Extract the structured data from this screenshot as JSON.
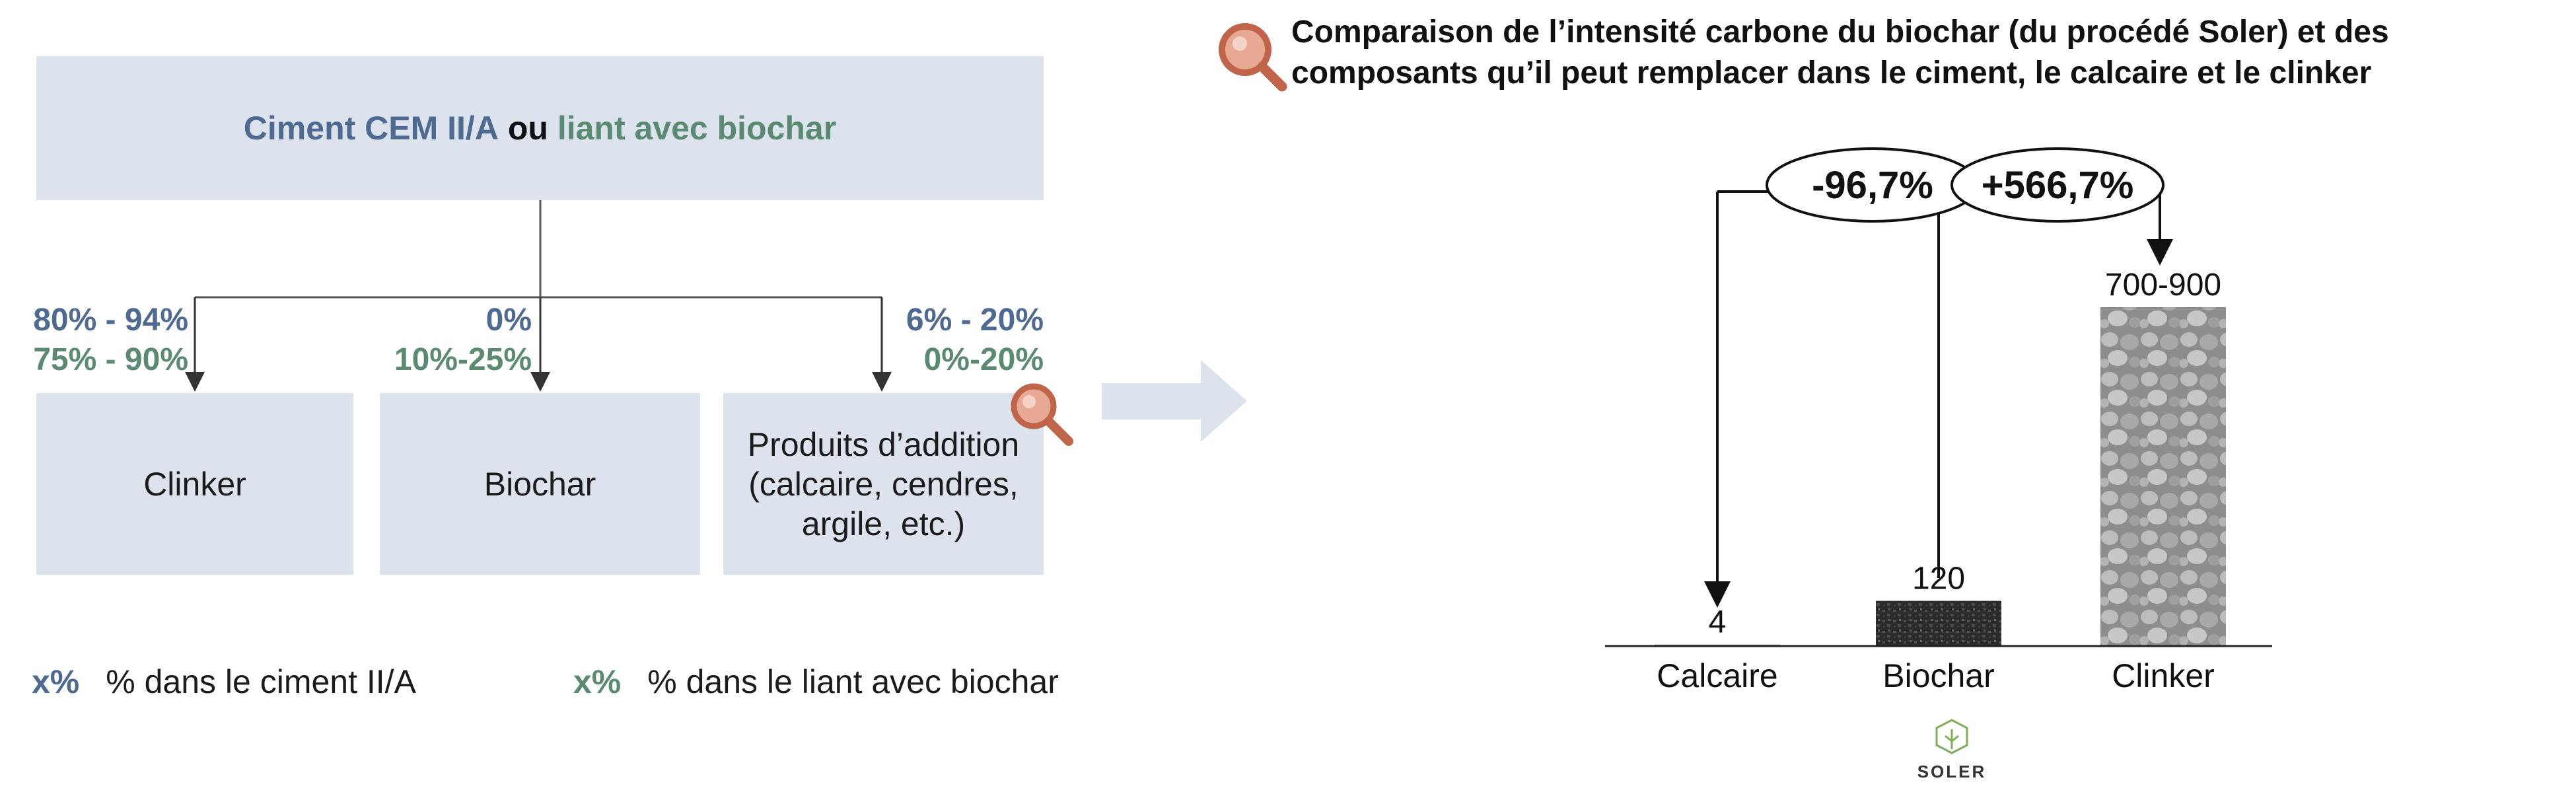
{
  "diagram": {
    "top_box": {
      "part1": "Ciment CEM II/A",
      "part2": " ou ",
      "part3": "liant avec biochar"
    },
    "children": [
      {
        "name": "Clinker",
        "pct_ciment": "80% - 94%",
        "pct_liant": "75% - 90%"
      },
      {
        "name": "Biochar",
        "pct_ciment": "0%",
        "pct_liant": "10%-25%"
      },
      {
        "name": "Produits d’addition (calcaire, cendres, argile, etc.)",
        "pct_ciment": "6% - 20%",
        "pct_liant": "0%-20%"
      }
    ],
    "legend": {
      "ciment_symbol": "x%",
      "ciment_text": "% dans le ciment II/A",
      "liant_symbol": "x%",
      "liant_text": "% dans le liant avec biochar"
    }
  },
  "comparison": {
    "title": "Comparaison de l’intensité carbone du biochar (du procédé Soler) et des composants qu’il peut remplacer dans le ciment, le calcaire et le clinker",
    "delta_biochar_vs_calcaire": "-96,7%",
    "delta_biochar_vs_clinker": "+566,7%",
    "logo_text": "SOLER"
  },
  "chart_data": {
    "type": "bar",
    "title": "Comparaison de l’intensité carbone du biochar (du procédé Soler) et des composants qu’il peut remplacer dans le ciment, le calcaire et le clinker",
    "categories": [
      "Calcaire",
      "Biochar",
      "Clinker"
    ],
    "values": [
      4,
      120,
      900
    ],
    "value_labels": [
      "4",
      "120",
      "700-900"
    ],
    "xlabel": "",
    "ylabel": "",
    "ylim": [
      0,
      900
    ]
  },
  "colors": {
    "box_fill": "#dde3ec",
    "ciment_blue": "#4e6a90",
    "liant_green": "#5a8a72",
    "magnifier": "#c0654a",
    "arrow_shape": "#dde3ec"
  },
  "icons": [
    "magnifier-icon",
    "soler-logo-icon",
    "right-arrow-icon"
  ]
}
